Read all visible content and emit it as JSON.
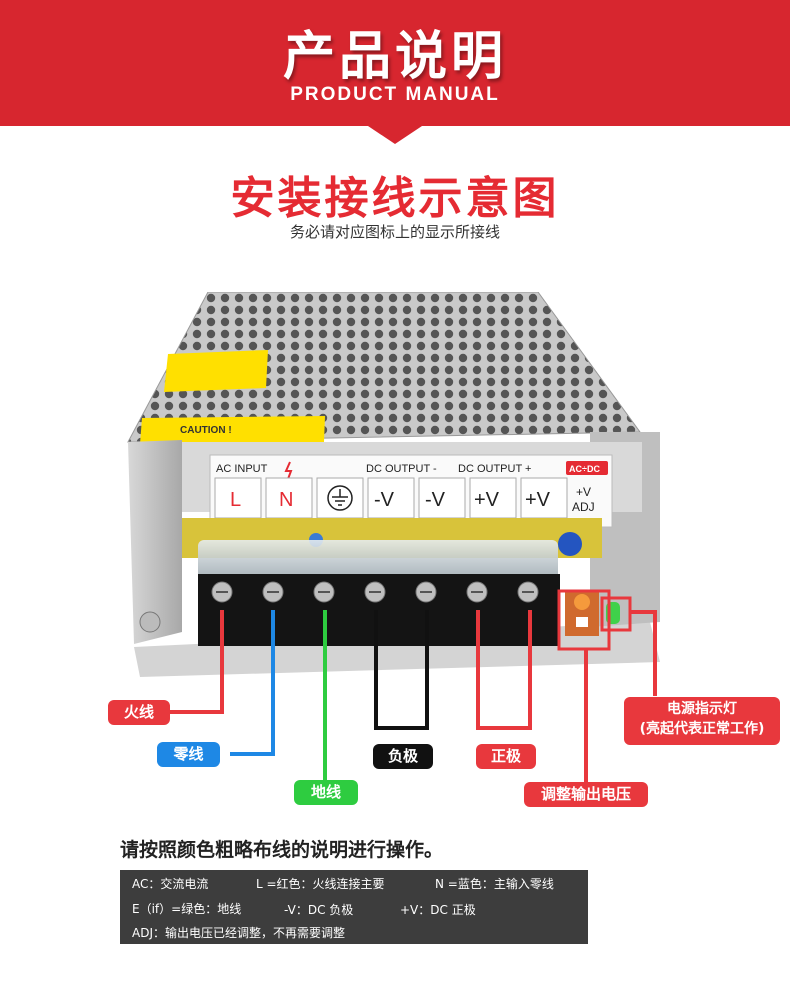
{
  "header": {
    "title": "产品说明",
    "subtitle": "PRODUCT MANUAL"
  },
  "section": {
    "title": "安装接线示意图",
    "subtitle": "务必请对应图标上的显示所接线"
  },
  "device": {
    "caution_label": "CAUTION !",
    "ac_input_label": "AC INPUT",
    "dc_output_minus_label": "DC OUTPUT -",
    "dc_output_plus_label": "DC OUTPUT +",
    "ac_dc_badge": "AC÷DC",
    "terminals": [
      "L",
      "N",
      "⏚",
      "-V",
      "-V",
      "+V",
      "+V"
    ],
    "adj_label_line1": "+V",
    "adj_label_line2": "ADJ"
  },
  "labels": {
    "live": "火线",
    "neutral": "零线",
    "earth": "地线",
    "negative": "负极",
    "positive": "正极",
    "adjust": "调整输出电压",
    "indicator_line1": "电源指示灯",
    "indicator_line2": "(亮起代表正常工作)"
  },
  "note": {
    "title": "请按照颜色粗略布线的说明进行操作。",
    "legend": [
      "AC：交流电流",
      "L =红色：火线连接主要",
      "N =蓝色：主输入零线",
      "E（if）=绿色：地线",
      "-V：DC 负极",
      "+V：DC 正极",
      "ADJ：输出电压已经调整，不再需要调整"
    ]
  },
  "colors": {
    "brand_red": "#d7262f",
    "title_red": "#e52b33",
    "wire_red": "#e8383d",
    "wire_blue": "#1e88e5",
    "wire_green": "#2ecc40",
    "wire_black": "#111111",
    "legend_bg": "#3d3d3d"
  }
}
